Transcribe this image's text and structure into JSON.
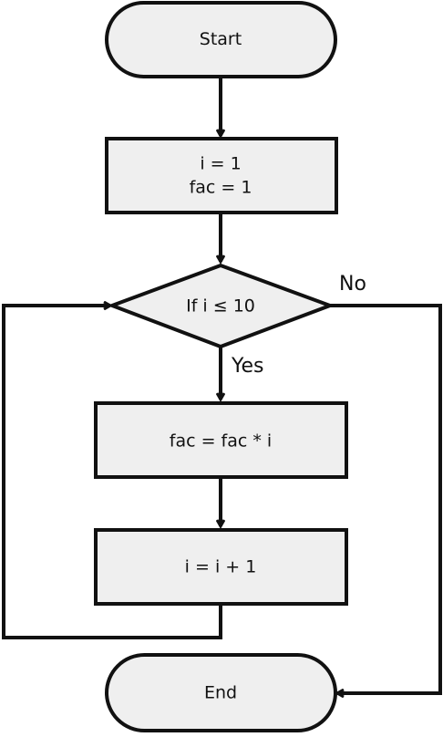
{
  "flowchart": {
    "start": "Start",
    "init_line_1": "i = 1",
    "init_line_2": "fac = 1",
    "condition": "If i  ≤  10",
    "yes_label": "Yes",
    "no_label": "No",
    "multiply": "fac  =  fac  *  i",
    "increment": "i  =  i  +  1",
    "end": "End"
  },
  "colors": {
    "node_fill": "#efefef",
    "stroke": "#111111"
  }
}
